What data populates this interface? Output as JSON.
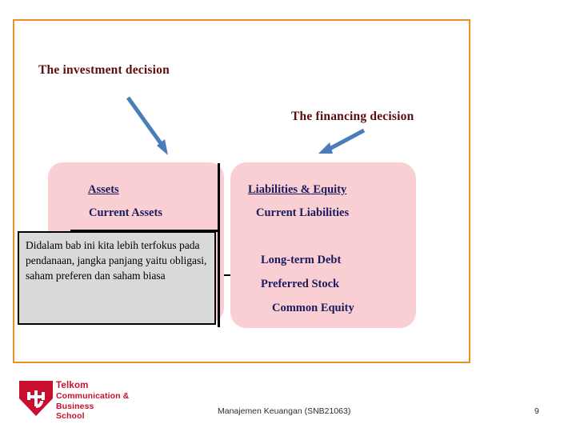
{
  "slide": {
    "labels": {
      "investment_decision": "The investment decision",
      "financing_decision": "The financing decision"
    },
    "balance_sheet": {
      "assets_heading": "Assets",
      "assets_items": [
        "Current Assets"
      ],
      "liabilities_heading": "Liabilities & Equity",
      "liabilities_items": [
        "Current Liabilities",
        "Long-term Debt",
        "Preferred Stock",
        "Common Equity"
      ]
    },
    "note": {
      "text": "Didalam bab ini kita lebih terfokus pada pendanaan, jangka panjang yaitu obligasi, saham preferen dan saham biasa"
    },
    "logo": {
      "name": "Telkom",
      "line2": "Communication &",
      "line3": "Business",
      "line4": "School"
    },
    "footer": {
      "course": "Manajemen Keuangan (SNB21063)",
      "page_number": "9"
    },
    "colors": {
      "frame_border": "#E8912A",
      "box_pink": "#F9CFD4",
      "heading_red": "#5C0E0E",
      "text_navy": "#1A1A5E",
      "arrow_blue": "#4A7EBB",
      "note_gray": "#D9D9D9",
      "logo_red": "#C8102E"
    }
  }
}
